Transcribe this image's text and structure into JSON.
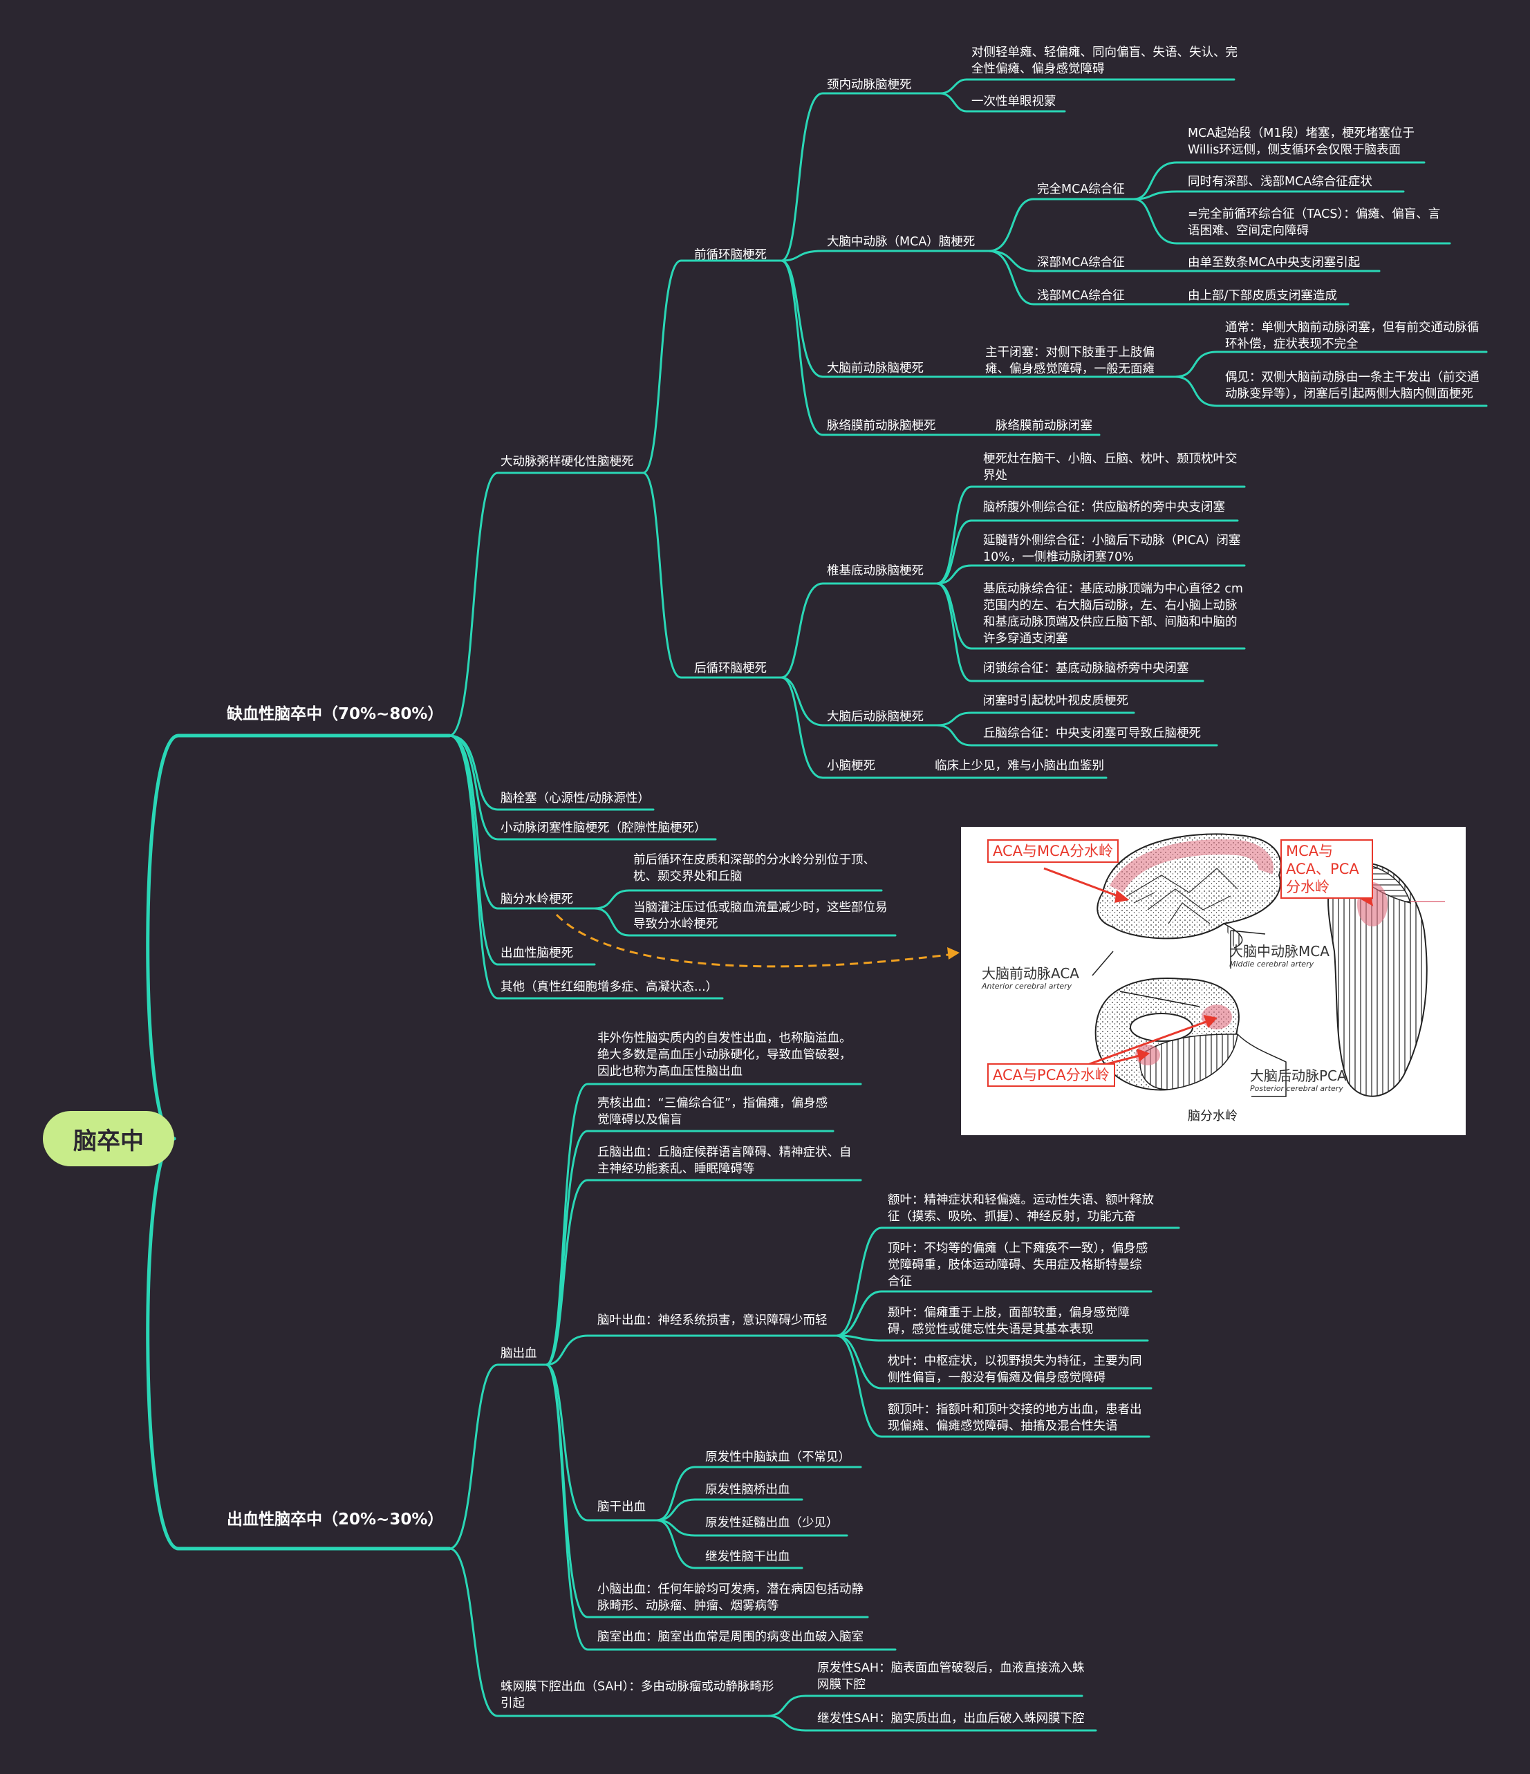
{
  "root": "脑卒中",
  "ischemic": {
    "title": "缺血性脑卒中（70%~80%）",
    "atherosclerotic": {
      "title": "大动脉粥样硬化性脑梗死",
      "anterior": {
        "title": "前循环脑梗死",
        "ica": {
          "title": "颈内动脉脑梗死",
          "items": [
            "对侧轻单瘫、轻偏瘫、同向偏盲、失语、失认、完全性偏瘫、偏身感觉障碍",
            "一次性单眼视蒙"
          ]
        },
        "mca": {
          "title": "大脑中动脉（MCA）脑梗死",
          "complete": {
            "title": "完全MCA综合征",
            "items": [
              "MCA起始段（M1段）堵塞，梗死堵塞位于Willis环远侧，侧支循环会仅限于脑表面",
              "同时有深部、浅部MCA综合征症状",
              "=完全前循环综合征（TACS）：偏瘫、偏盲、言语困难、空间定向障碍"
            ]
          },
          "deep": {
            "title": "深部MCA综合征",
            "desc": "由单至数条MCA中央支闭塞引起"
          },
          "superficial": {
            "title": "浅部MCA综合征",
            "desc": "由上部/下部皮质支闭塞造成"
          }
        },
        "aca": {
          "title": "大脑前动脉脑梗死",
          "trunk": "主干闭塞：对侧下肢重于上肢偏瘫、偏身感觉障碍，一般无面瘫",
          "items": [
            "通常：单侧大脑前动脉闭塞，但有前交通动脉循环补偿，症状表现不完全",
            "偶见：双侧大脑前动脉由一条主干发出（前交通动脉变异等），闭塞后引起两侧大脑内侧面梗死"
          ]
        },
        "choroidal": {
          "title": "脉络膜前动脉脑梗死",
          "desc": "脉络膜前动脉闭塞"
        }
      },
      "posterior": {
        "title": "后循环脑梗死",
        "vb": {
          "title": "椎基底动脉脑梗死",
          "items": [
            "梗死灶在脑干、小脑、丘脑、枕叶、颞顶枕叶交界处",
            "脑桥腹外侧综合征：供应脑桥的旁中央支闭塞",
            "延髓背外侧综合征：小脑后下动脉（PICA）闭塞10%，一侧椎动脉闭塞70%",
            "基底动脉综合征：基底动脉顶端为中心直径2 cm 范围内的左、右大脑后动脉，左、右小脑上动脉和基底动脉顶端及供应丘脑下部、间脑和中脑的许多穿通支闭塞",
            "闭锁综合征：基底动脉脑桥旁中央闭塞"
          ]
        },
        "pca": {
          "title": "大脑后动脉脑梗死",
          "items": [
            "闭塞时引起枕叶视皮质梗死",
            "丘脑综合征：中央支闭塞可导致丘脑梗死"
          ]
        },
        "cerebellar": {
          "title": "小脑梗死",
          "desc": "临床上少见，难与小脑出血鉴别"
        }
      }
    },
    "embolism": "脑栓塞（心源性/动脉源性）",
    "lacunar": "小动脉闭塞性脑梗死（腔隙性脑梗死）",
    "watershed": {
      "title": "脑分水岭梗死",
      "items": [
        "前后循环在皮质和深部的分水岭分别位于顶、枕、颞交界处和丘脑",
        "当脑灌注压过低或脑血流量减少时，这些部位易导致分水岭梗死"
      ]
    },
    "hemorrhagic_infarct": "出血性脑梗死",
    "other": "其他（真性红细胞增多症、高凝状态...）"
  },
  "hemorrhagic": {
    "title": "出血性脑卒中（20%~30%）",
    "ich": {
      "title": "脑出血",
      "intro": "非外伤性脑实质内的自发性出血，也称脑溢血。绝大多数是高血压小动脉硬化，导致血管破裂，因此也称为高血压性脑出血",
      "putamen": "壳核出血：“三偏综合征”，指偏瘫，偏身感觉障碍以及偏盲",
      "thalamus": "丘脑出血：丘脑症候群语言障碍、精神症状、自主神经功能紊乱、睡眠障碍等",
      "lobar": {
        "title": "脑叶出血：神经系统损害，意识障碍少而轻",
        "items": [
          "额叶：精神症状和轻偏瘫。运动性失语、额叶释放征（摸索、吸吮、抓握）、神经反射，功能亢奋",
          "顶叶：不均等的偏瘫（上下瘫痪不一致），偏身感觉障碍重，肢体运动障碍、失用症及格斯特曼综合征",
          "颞叶：偏瘫重于上肢，面部较重，偏身感觉障碍，感觉性或健忘性失语是其基本表现",
          "枕叶：中枢症状，以视野损失为特征，主要为同侧性偏盲，一般没有偏瘫及偏身感觉障碍",
          "额顶叶：指额叶和顶叶交接的地方出血，患者出现偏瘫、偏瘫感觉障碍、抽搐及混合性失语"
        ]
      },
      "brainstem": {
        "title": "脑干出血",
        "items": [
          "原发性中脑缺血（不常见）",
          "原发性脑桥出血",
          "原发性延髓出血（少见）",
          "继发性脑干出血"
        ]
      },
      "cerebellum": "小脑出血：任何年龄均可发病，潜在病因包括动静脉畸形、动脉瘤、肿瘤、烟雾病等",
      "ventricle": "脑室出血：脑室出血常是周围的病变出血破入脑室"
    },
    "sah": {
      "title": "蛛网膜下腔出血（SAH）：多由动脉瘤或动静脉畸形引起",
      "items": [
        "原发性SAH：脑表面血管破裂后，血液直接流入蛛网膜下腔",
        "继发性SAH：脑实质出血，出血后破入蛛网膜下腔"
      ]
    }
  },
  "figure": {
    "labels": [
      "ACA与MCA分水岭",
      "MCA与ACA、PCA分水岭",
      "ACA与PCA分水岭"
    ],
    "mca_cn": "大脑中动脉MCA",
    "mca_en": "Middle cerebral artery",
    "aca_cn": "大脑前动脉ACA",
    "aca_en": "Anterior cerebral artery",
    "pca_cn": "大脑后动脉PCA",
    "pca_en": "Posterior cerebral artery",
    "caption": "脑分水岭"
  },
  "colors": {
    "background": "#2b2630",
    "branch": "#2ad7b6",
    "root": "#c8ec8a",
    "arrow": "#f0a020",
    "figure_red": "#e8382c"
  }
}
